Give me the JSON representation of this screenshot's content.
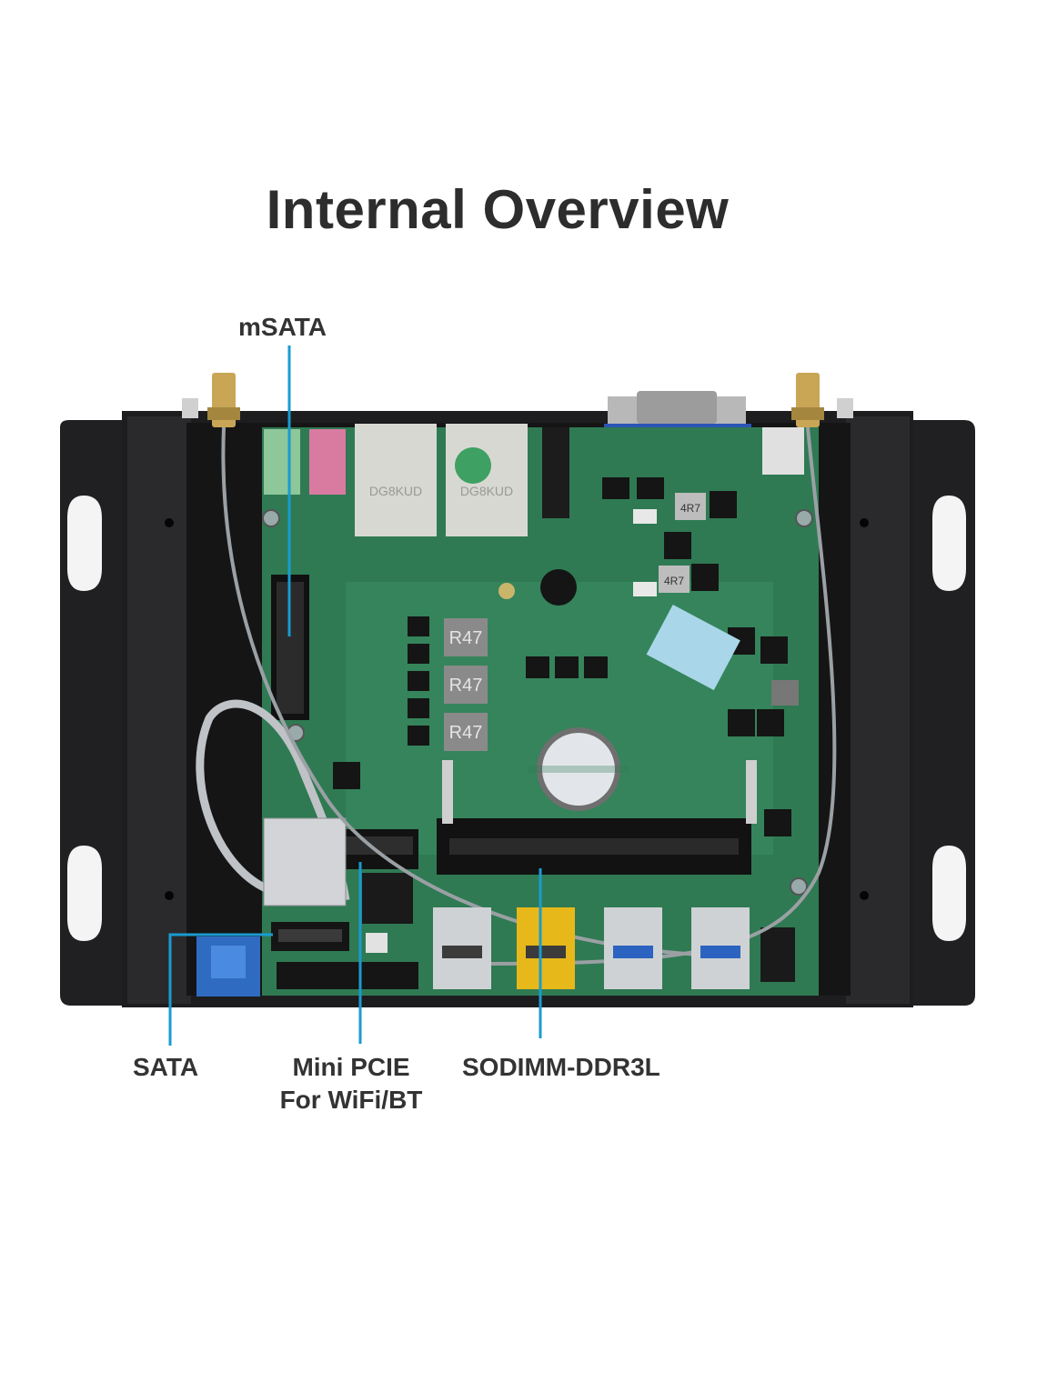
{
  "title": "Internal Overview",
  "callouts": {
    "msata": "mSATA",
    "sata": "SATA",
    "mini_pcie_line1": "Mini PCIE",
    "mini_pcie_line2": "For WiFi/BT",
    "sodimm": "SODIMM-DDR3L"
  },
  "board_markings": {
    "inductor_1": "R47",
    "inductor_2": "R47",
    "inductor_3": "R47",
    "lan_1": "DG8KUD",
    "lan_2": "DG8KUD",
    "chip_a": "4R7",
    "chip_b": "4R7"
  },
  "colors": {
    "callout_line": "#1a9bd0",
    "pcb": "#2f7a53",
    "chassis": "#1d1d1f",
    "title": "#2d2d2d"
  }
}
